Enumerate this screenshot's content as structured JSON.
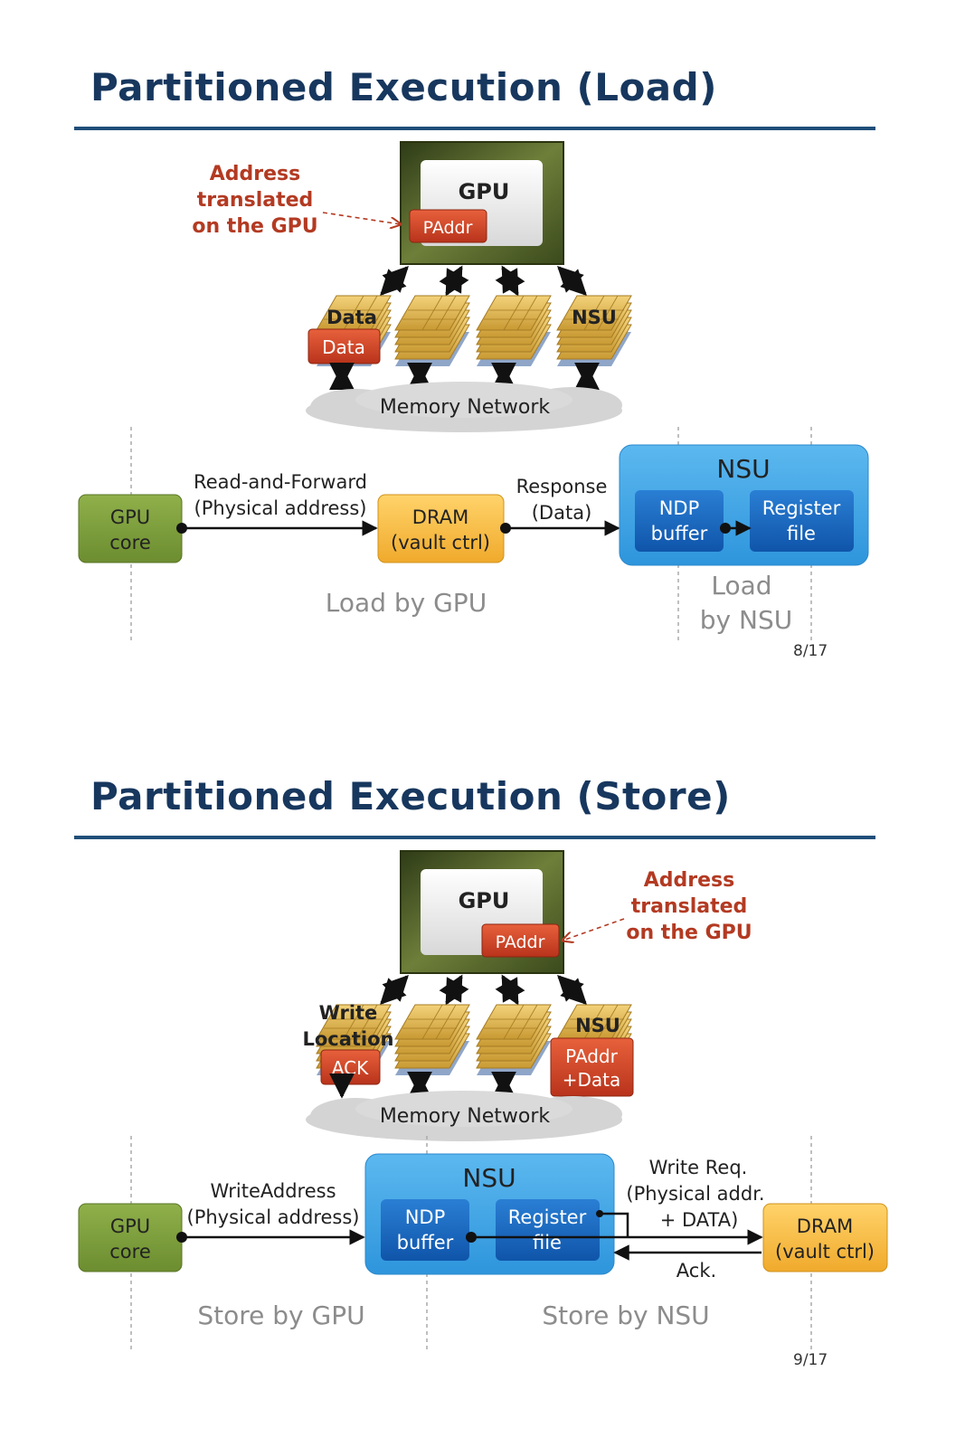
{
  "slides": [
    {
      "title": "Partitioned Execution (Load)",
      "page_number": "8/17",
      "annotation": [
        "Address",
        "translated",
        "on the GPU"
      ],
      "gpu_label": "GPU",
      "paddr_tag": "PAddr",
      "stack_labels": [
        "Data",
        "NSU"
      ],
      "stack_tag": "Data",
      "memory_network": "Memory Network",
      "gpu_core": [
        "GPU",
        "core"
      ],
      "flow1": [
        "Read-and-Forward",
        "(Physical address)"
      ],
      "dram": [
        "DRAM",
        "(vault ctrl)"
      ],
      "flow2": [
        "Response",
        "(Data)"
      ],
      "nsu": "NSU",
      "ndp_buffer": [
        "NDP",
        "buffer"
      ],
      "register_file": [
        "Register",
        "file"
      ],
      "caption_left": "Load by GPU",
      "caption_right": [
        "Load",
        "by NSU"
      ]
    },
    {
      "title": "Partitioned Execution (Store)",
      "page_number": "9/17",
      "annotation": [
        "Address",
        "translated",
        "on the GPU"
      ],
      "gpu_label": "GPU",
      "paddr_tag": "PAddr",
      "stack_labels": [
        "Write",
        "Location",
        "NSU"
      ],
      "ack_tag": "ACK",
      "nsu_tag": [
        "PAddr",
        "+Data"
      ],
      "memory_network": "Memory Network",
      "gpu_core": [
        "GPU",
        "core"
      ],
      "flow1": [
        "WriteAddress",
        "(Physical address)"
      ],
      "nsu": "NSU",
      "ndp_buffer": [
        "NDP",
        "buffer"
      ],
      "register_file": [
        "Register",
        "file"
      ],
      "flow2": [
        "Write Req.",
        "(Physical addr.",
        "+ DATA)"
      ],
      "ack": "Ack.",
      "dram": [
        "DRAM",
        "(vault ctrl)"
      ],
      "caption_left": "Store by GPU",
      "caption_right": "Store by NSU"
    }
  ],
  "colors": {
    "title": "#17375e",
    "rule": "#1f4e79",
    "annotation": "#b33a22",
    "gpu_core": "#7a9a3a",
    "dram": "#f4b942",
    "nsu": "#3ea6e6",
    "nsu_inner": "#1565c0",
    "tag": "#cf4526"
  }
}
